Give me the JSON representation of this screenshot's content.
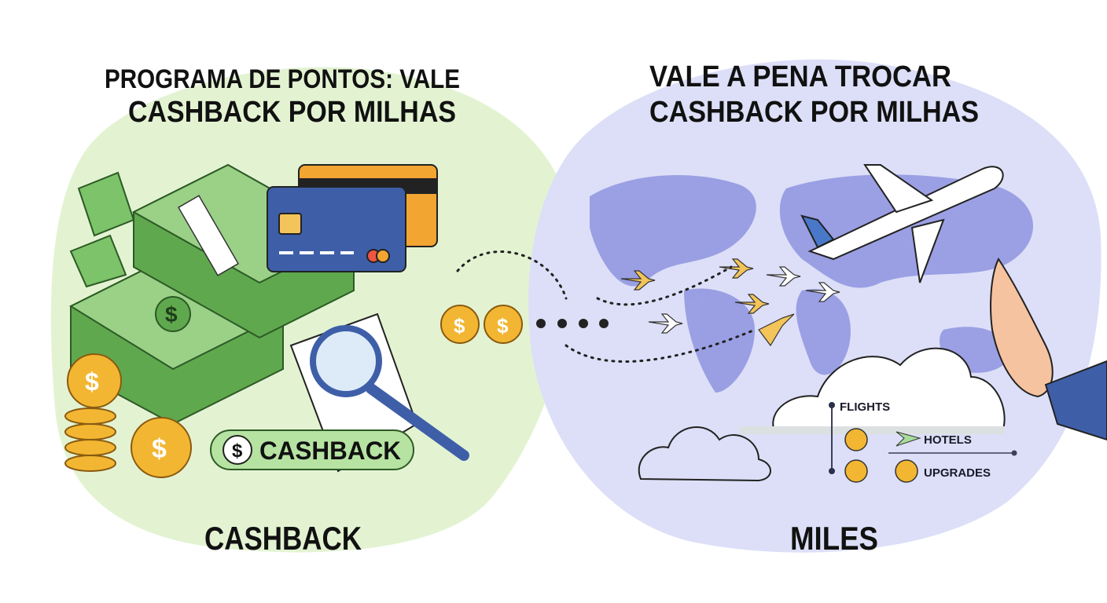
{
  "left": {
    "title_line1": "PROGRAMA DE PONTOS: VALE",
    "title_line2": "CASHBACK POR MILHAS",
    "badge_label": "CASHBACK",
    "badge_symbol": "$",
    "caption": "CASHBACK"
  },
  "right": {
    "title_line1": "VALE A PENA TROCAR",
    "title_line2": "CASHBACK POR MILHAS",
    "options": [
      "FLIGHTS",
      "HOTELS",
      "UPGRADES"
    ],
    "caption": "MILES"
  },
  "colors": {
    "green_blob": "#e3f3d2",
    "purple_blob": "#dcdff7",
    "map": "#8f95e0",
    "cash": "#7cc36a",
    "coin": "#f2b632",
    "card_blue": "#3e5fa8",
    "card_orange": "#f2a531"
  }
}
